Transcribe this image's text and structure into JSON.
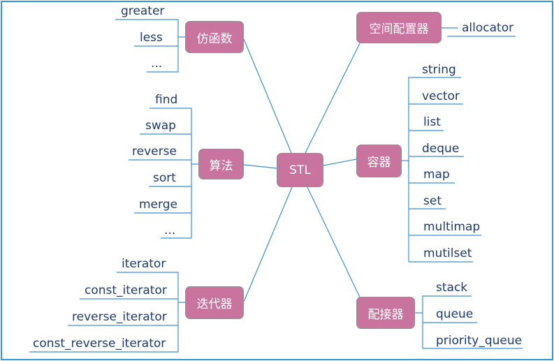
{
  "colors": {
    "node_fill": "#c9739f",
    "line": "#3a8fd1",
    "frame": "#2f9bd6",
    "leaf_text": "#1d3a6b"
  },
  "center": "STL",
  "branches": {
    "functor": {
      "label": "仿函数",
      "leaves": [
        "greater",
        "less",
        "..."
      ]
    },
    "algorithm": {
      "label": "算法",
      "leaves": [
        "find",
        "swap",
        "reverse",
        "sort",
        "merge",
        "..."
      ]
    },
    "iterator": {
      "label": "迭代器",
      "leaves": [
        "iterator",
        "const_iterator",
        "reverse_iterator",
        "const_reverse_iterator"
      ]
    },
    "allocator": {
      "label": "空间配置器",
      "leaves": [
        "allocator"
      ]
    },
    "container": {
      "label": "容器",
      "leaves": [
        "string",
        "vector",
        "list",
        "deque",
        "map",
        "set",
        "multimap",
        "mutilset"
      ]
    },
    "adapter": {
      "label": "配接器",
      "leaves": [
        "stack",
        "queue",
        "priority_queue"
      ]
    }
  }
}
